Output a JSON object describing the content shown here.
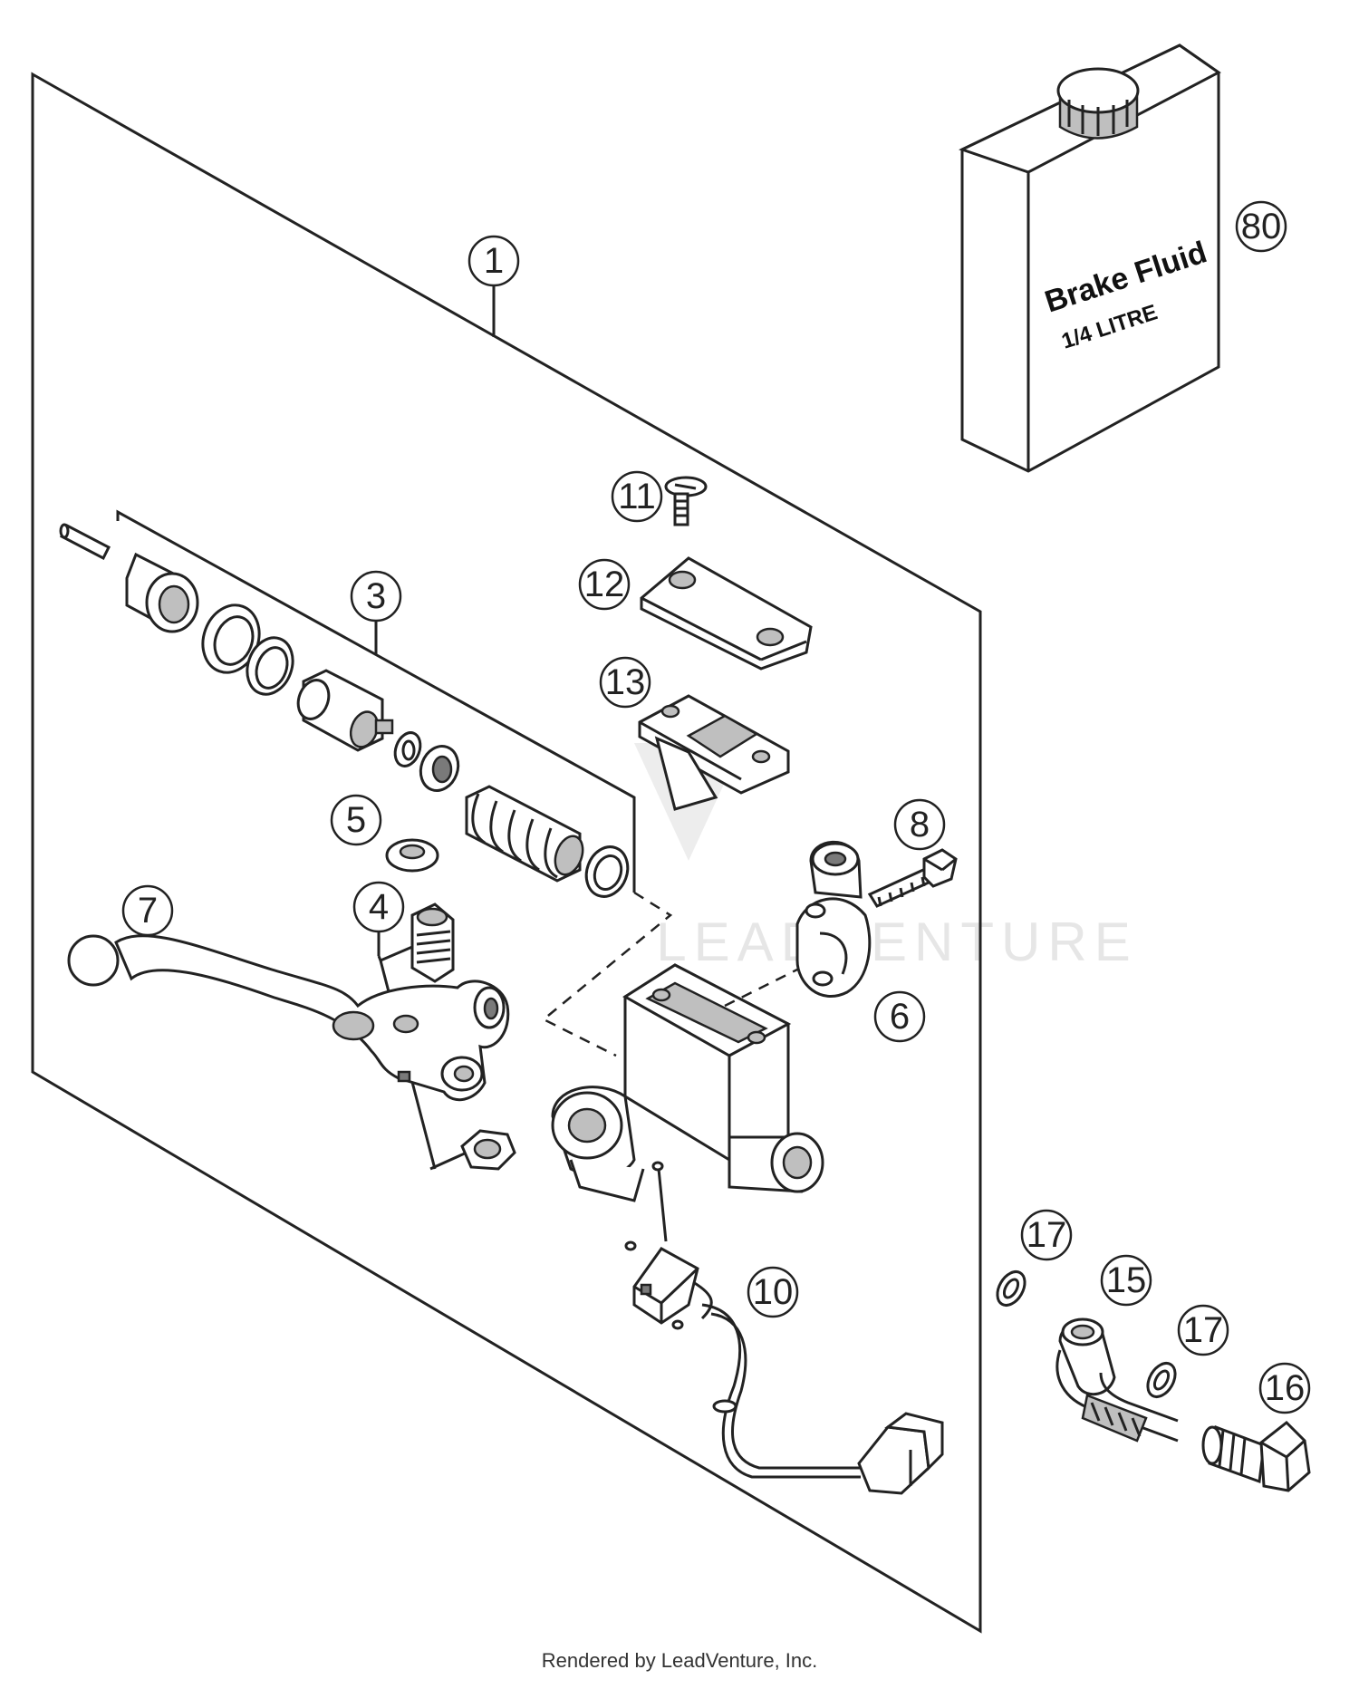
{
  "callouts": {
    "c1": "1",
    "c3": "3",
    "c4": "4",
    "c5": "5",
    "c6": "6",
    "c7": "7",
    "c8": "8",
    "c10": "10",
    "c11": "11",
    "c12": "12",
    "c13": "13",
    "c15": "15",
    "c16": "16",
    "c17a": "17",
    "c17b": "17",
    "c80": "80"
  },
  "bottle": {
    "line1": "Brake Fluid",
    "line2": "1/4 LITRE"
  },
  "watermark": "LEADVENTURE",
  "footer": "Rendered by LeadVenture, Inc."
}
